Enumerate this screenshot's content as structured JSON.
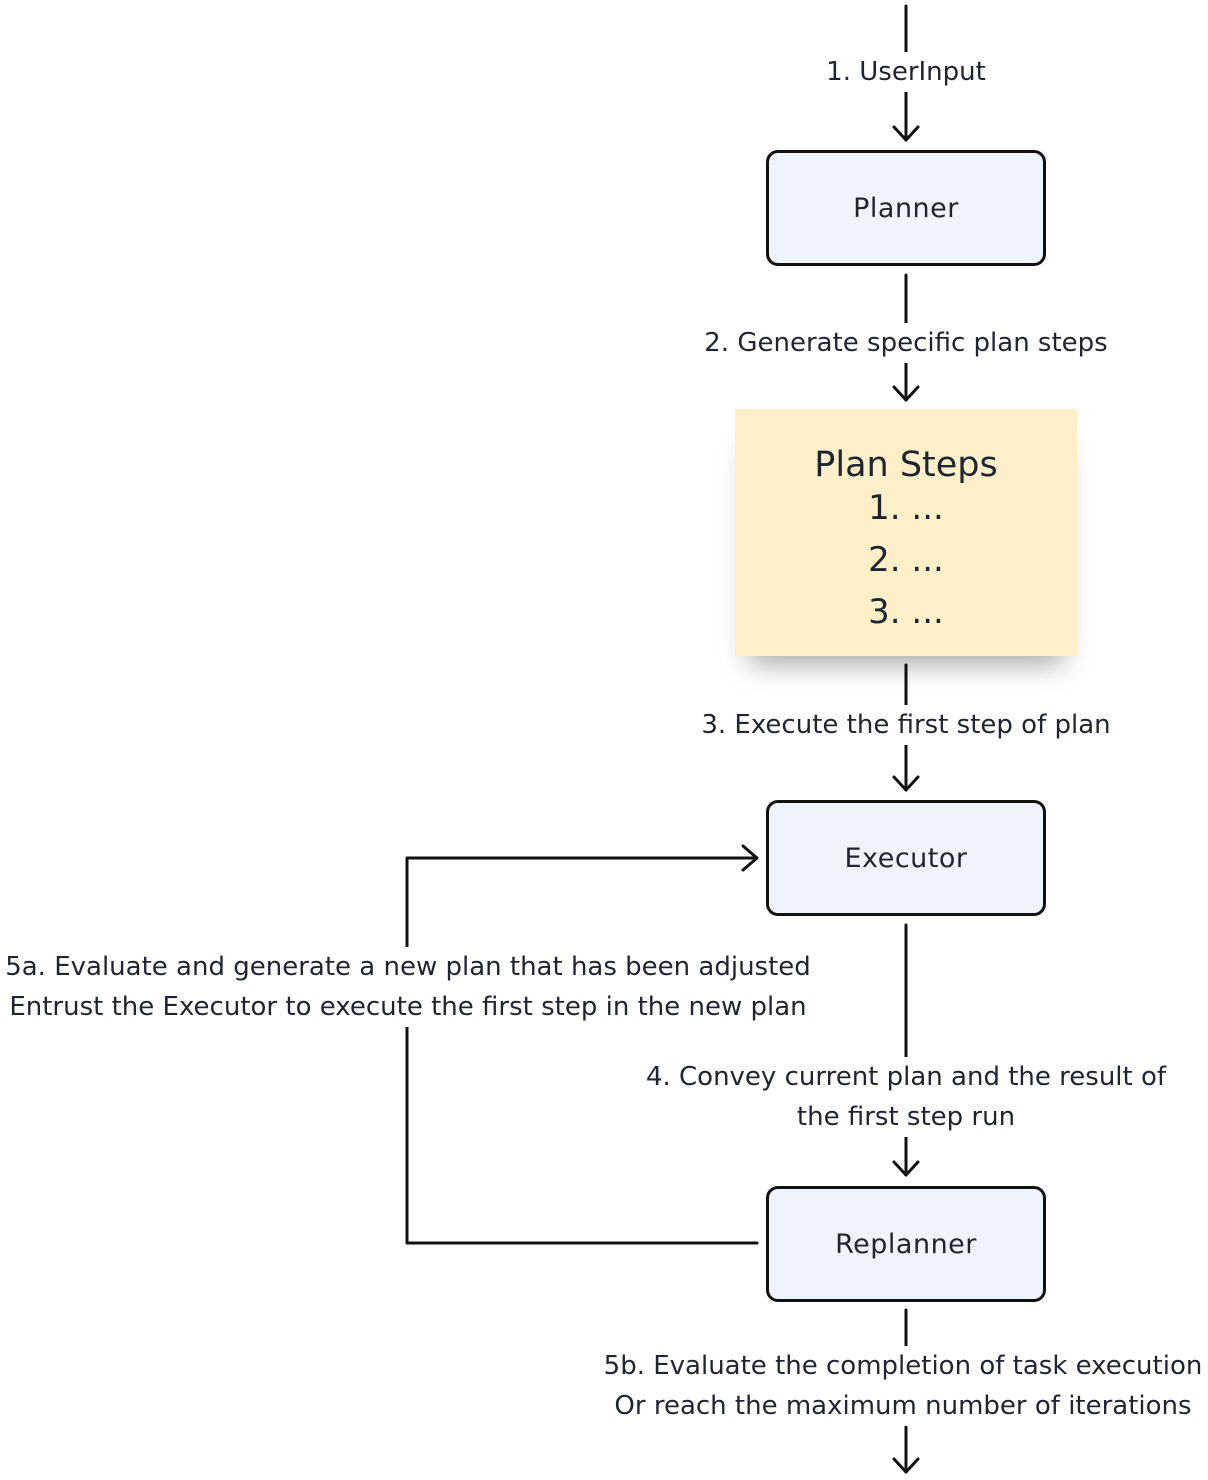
{
  "nodes": {
    "planner": "Planner",
    "executor": "Executor",
    "replanner": "Replanner"
  },
  "plan_card": {
    "title": "Plan Steps",
    "items": [
      "1. ...",
      "2. ...",
      "3. ..."
    ]
  },
  "edges": {
    "user_input": "1. UserInput",
    "generate": "2. Generate specific plan steps",
    "execute_first": "3. Execute the first step of plan",
    "convey": [
      "4. Convey current plan and the result of",
      "the first step run"
    ],
    "adjust": [
      "5a. Evaluate and generate a new plan that has been adjusted",
      "Entrust the Executor to execute the first step in the new plan"
    ],
    "complete": [
      "5b. Evaluate the completion of task execution",
      "Or reach the maximum number of iterations"
    ]
  },
  "colors": {
    "node_fill": "#eef3fc",
    "node_border": "#111111",
    "plan_card_fill": "#fdf0c9",
    "line": "#111111"
  }
}
